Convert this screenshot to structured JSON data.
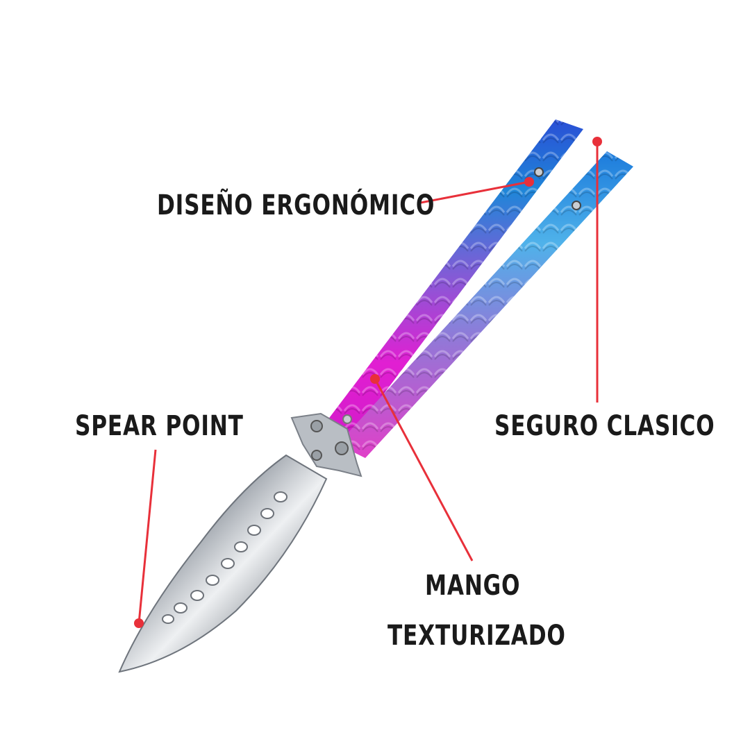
{
  "labels": {
    "diseno": "DISEÑO ERGONÓMICO",
    "spear": "SPEAR POINT",
    "seguro": "SEGURO CLASICO",
    "mango_line1": "MANGO",
    "mango_line2": "TEXTURIZADO"
  },
  "colors": {
    "callout": "#e8303a",
    "label_text": "#1a1a1a",
    "handle_top": "#1f6fd1",
    "handle_mid": "#7b54d8",
    "handle_bottom": "#e21ccf",
    "blade": "#cfd3d8"
  }
}
